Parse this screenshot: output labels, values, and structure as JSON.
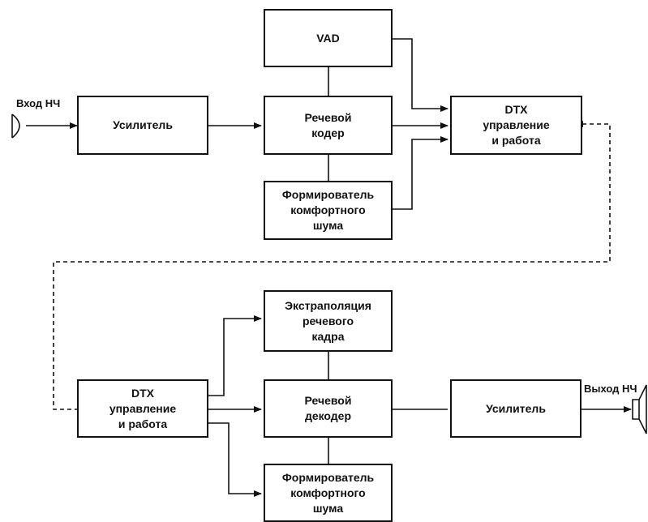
{
  "encoder": {
    "input_label": "Вход НЧ",
    "amplifier": "Усилитель",
    "vad": "VAD",
    "speech_coder": "Речевой\nкодер",
    "comfort_noise": "Формирователь\nкомфортного\nшума",
    "dtx": "DTX\nуправление\nи работа"
  },
  "decoder": {
    "dtx": "DTX\nуправление\nи работа",
    "extrapolation": "Экстраполяция\nречевого\nкадра",
    "speech_decoder": "Речевой\nдекодер",
    "comfort_noise": "Формирователь\nкомфортного\nшума",
    "amplifier": "Усилитель",
    "output_label": "Выход НЧ"
  }
}
